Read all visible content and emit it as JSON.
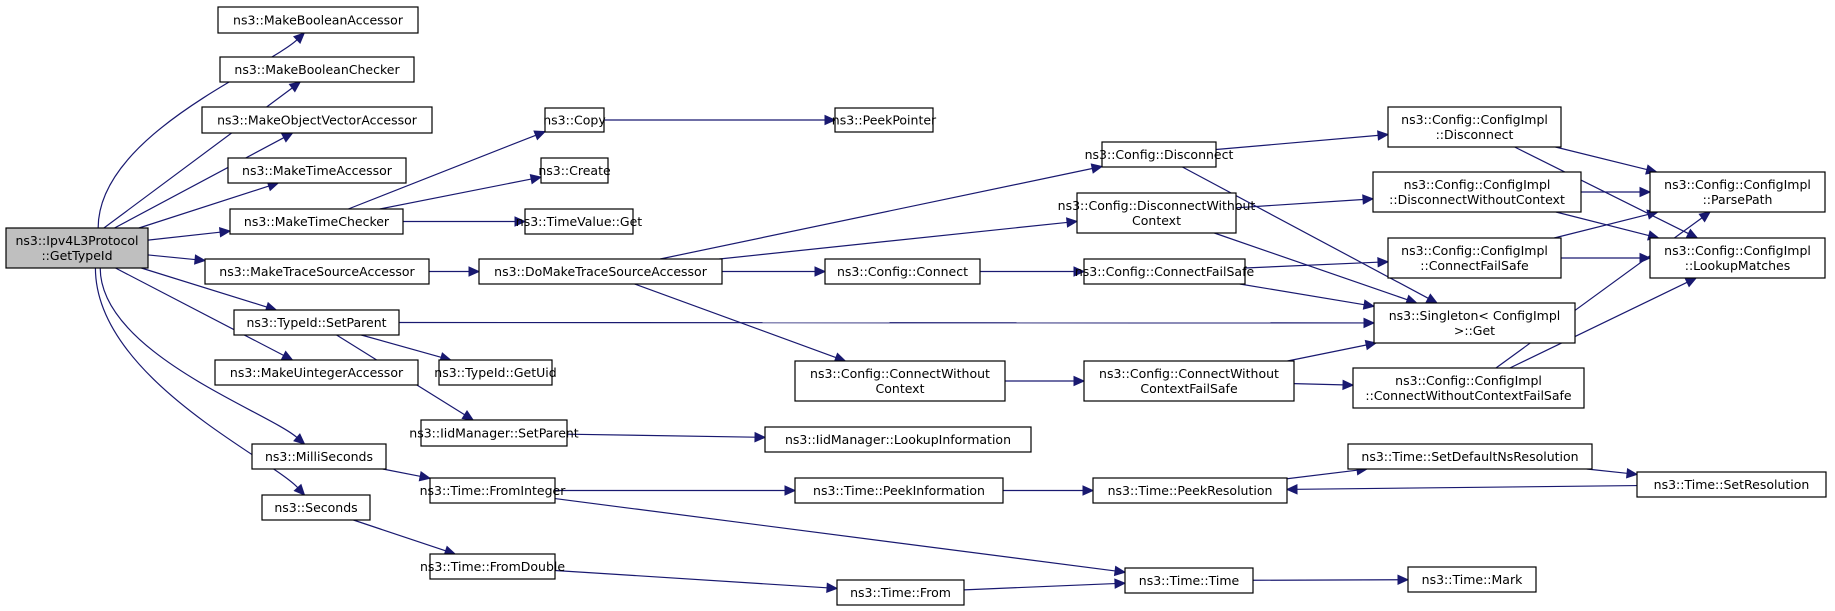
{
  "title": "Call graph of ns3::Ipv4L3Protocol::GetTypeId",
  "colors": {
    "edge": "#191970",
    "root_fill": "#bfbfbf",
    "node_fill": "#ffffff",
    "border": "#000000"
  },
  "nodes": [
    {
      "id": "root",
      "lines": [
        "ns3::Ipv4L3Protocol",
        "::GetTypeId"
      ],
      "root": true
    },
    {
      "id": "mba",
      "lines": [
        "ns3::MakeBooleanAccessor"
      ]
    },
    {
      "id": "mbc",
      "lines": [
        "ns3::MakeBooleanChecker"
      ]
    },
    {
      "id": "mova",
      "lines": [
        "ns3::MakeObjectVectorAccessor"
      ]
    },
    {
      "id": "mta",
      "lines": [
        "ns3::MakeTimeAccessor"
      ]
    },
    {
      "id": "mtc",
      "lines": [
        "ns3::MakeTimeChecker"
      ]
    },
    {
      "id": "mtsa",
      "lines": [
        "ns3::MakeTraceSourceAccessor"
      ]
    },
    {
      "id": "tsp",
      "lines": [
        "ns3::TypeId::SetParent"
      ]
    },
    {
      "id": "mua",
      "lines": [
        "ns3::MakeUintegerAccessor"
      ]
    },
    {
      "id": "ms",
      "lines": [
        "ns3::MilliSeconds"
      ]
    },
    {
      "id": "sec",
      "lines": [
        "ns3::Seconds"
      ]
    },
    {
      "id": "copy",
      "lines": [
        "ns3::Copy"
      ]
    },
    {
      "id": "create",
      "lines": [
        "ns3::Create"
      ]
    },
    {
      "id": "tvget",
      "lines": [
        "ns3::TimeValue::Get"
      ]
    },
    {
      "id": "dmtsa",
      "lines": [
        "ns3::DoMakeTraceSourceAccessor"
      ]
    },
    {
      "id": "getuid",
      "lines": [
        "ns3::TypeId::GetUid"
      ]
    },
    {
      "id": "iidsp",
      "lines": [
        "ns3::IidManager::SetParent"
      ]
    },
    {
      "id": "fromint",
      "lines": [
        "ns3::Time::FromInteger"
      ]
    },
    {
      "id": "fromdbl",
      "lines": [
        "ns3::Time::FromDouble"
      ]
    },
    {
      "id": "peekptr",
      "lines": [
        "ns3::PeekPointer"
      ]
    },
    {
      "id": "cdisc",
      "lines": [
        "ns3::Config::Disconnect"
      ]
    },
    {
      "id": "cdwc",
      "lines": [
        "ns3::Config::DisconnectWithout",
        "Context"
      ]
    },
    {
      "id": "cconn",
      "lines": [
        "ns3::Config::Connect"
      ]
    },
    {
      "id": "ccwc",
      "lines": [
        "ns3::Config::ConnectWithout",
        "Context"
      ]
    },
    {
      "id": "iidli",
      "lines": [
        "ns3::IidManager::LookupInformation"
      ]
    },
    {
      "id": "peekinfo",
      "lines": [
        "ns3::Time::PeekInformation"
      ]
    },
    {
      "id": "tfrom",
      "lines": [
        "ns3::Time::From"
      ]
    },
    {
      "id": "ccfs",
      "lines": [
        "ns3::Config::ConnectFailSafe"
      ]
    },
    {
      "id": "ccwcfs",
      "lines": [
        "ns3::Config::ConnectWithout",
        "ContextFailSafe"
      ]
    },
    {
      "id": "peekres",
      "lines": [
        "ns3::Time::PeekResolution"
      ]
    },
    {
      "id": "ttime",
      "lines": [
        "ns3::Time::Time"
      ]
    },
    {
      "id": "cidisc",
      "lines": [
        "ns3::Config::ConfigImpl",
        "::Disconnect"
      ]
    },
    {
      "id": "cidwc",
      "lines": [
        "ns3::Config::ConfigImpl",
        "::DisconnectWithoutContext"
      ]
    },
    {
      "id": "cicfs",
      "lines": [
        "ns3::Config::ConfigImpl",
        "::ConnectFailSafe"
      ]
    },
    {
      "id": "singget",
      "lines": [
        "ns3::Singleton< ConfigImpl",
        ">::Get"
      ]
    },
    {
      "id": "cicwcfs",
      "lines": [
        "ns3::Config::ConfigImpl",
        "::ConnectWithoutContextFailSafe"
      ]
    },
    {
      "id": "tsdnr",
      "lines": [
        "ns3::Time::SetDefaultNsResolution"
      ]
    },
    {
      "id": "tmark",
      "lines": [
        "ns3::Time::Mark"
      ]
    },
    {
      "id": "ciparse",
      "lines": [
        "ns3::Config::ConfigImpl",
        "::ParsePath"
      ]
    },
    {
      "id": "cilookup",
      "lines": [
        "ns3::Config::ConfigImpl",
        "::LookupMatches"
      ]
    },
    {
      "id": "tsetres",
      "lines": [
        "ns3::Time::SetResolution"
      ]
    }
  ],
  "edges": [
    [
      "root",
      "mba"
    ],
    [
      "root",
      "mbc"
    ],
    [
      "root",
      "mova"
    ],
    [
      "root",
      "mta"
    ],
    [
      "root",
      "mtc"
    ],
    [
      "root",
      "mtsa"
    ],
    [
      "root",
      "tsp"
    ],
    [
      "root",
      "mua"
    ],
    [
      "root",
      "ms"
    ],
    [
      "root",
      "sec"
    ],
    [
      "mtc",
      "copy"
    ],
    [
      "mtc",
      "create"
    ],
    [
      "mtc",
      "tvget"
    ],
    [
      "copy",
      "peekptr"
    ],
    [
      "mtsa",
      "dmtsa"
    ],
    [
      "dmtsa",
      "cdisc"
    ],
    [
      "dmtsa",
      "cdwc"
    ],
    [
      "dmtsa",
      "cconn"
    ],
    [
      "dmtsa",
      "ccwc"
    ],
    [
      "tsp",
      "singget"
    ],
    [
      "tsp",
      "getuid"
    ],
    [
      "tsp",
      "iidsp"
    ],
    [
      "iidsp",
      "iidli"
    ],
    [
      "ms",
      "fromint"
    ],
    [
      "sec",
      "fromdbl"
    ],
    [
      "fromint",
      "peekinfo"
    ],
    [
      "fromint",
      "ttime"
    ],
    [
      "fromdbl",
      "tfrom"
    ],
    [
      "tfrom",
      "ttime"
    ],
    [
      "peekinfo",
      "peekres"
    ],
    [
      "peekres",
      "tsdnr"
    ],
    [
      "tsdnr",
      "tsetres"
    ],
    [
      "tsetres",
      "peekres"
    ],
    [
      "ttime",
      "tmark"
    ],
    [
      "cdisc",
      "cidisc"
    ],
    [
      "cdisc",
      "singget"
    ],
    [
      "cdwc",
      "cidwc"
    ],
    [
      "cdwc",
      "singget"
    ],
    [
      "cconn",
      "ccfs"
    ],
    [
      "ccfs",
      "cicfs"
    ],
    [
      "ccfs",
      "singget"
    ],
    [
      "ccwc",
      "ccwcfs"
    ],
    [
      "ccwcfs",
      "singget"
    ],
    [
      "ccwcfs",
      "cicwcfs"
    ],
    [
      "cidisc",
      "ciparse"
    ],
    [
      "cidisc",
      "cilookup"
    ],
    [
      "cidwc",
      "ciparse"
    ],
    [
      "cidwc",
      "cilookup"
    ],
    [
      "cicfs",
      "ciparse"
    ],
    [
      "cicfs",
      "cilookup"
    ],
    [
      "cicwcfs",
      "ciparse"
    ],
    [
      "cicwcfs",
      "cilookup"
    ]
  ]
}
